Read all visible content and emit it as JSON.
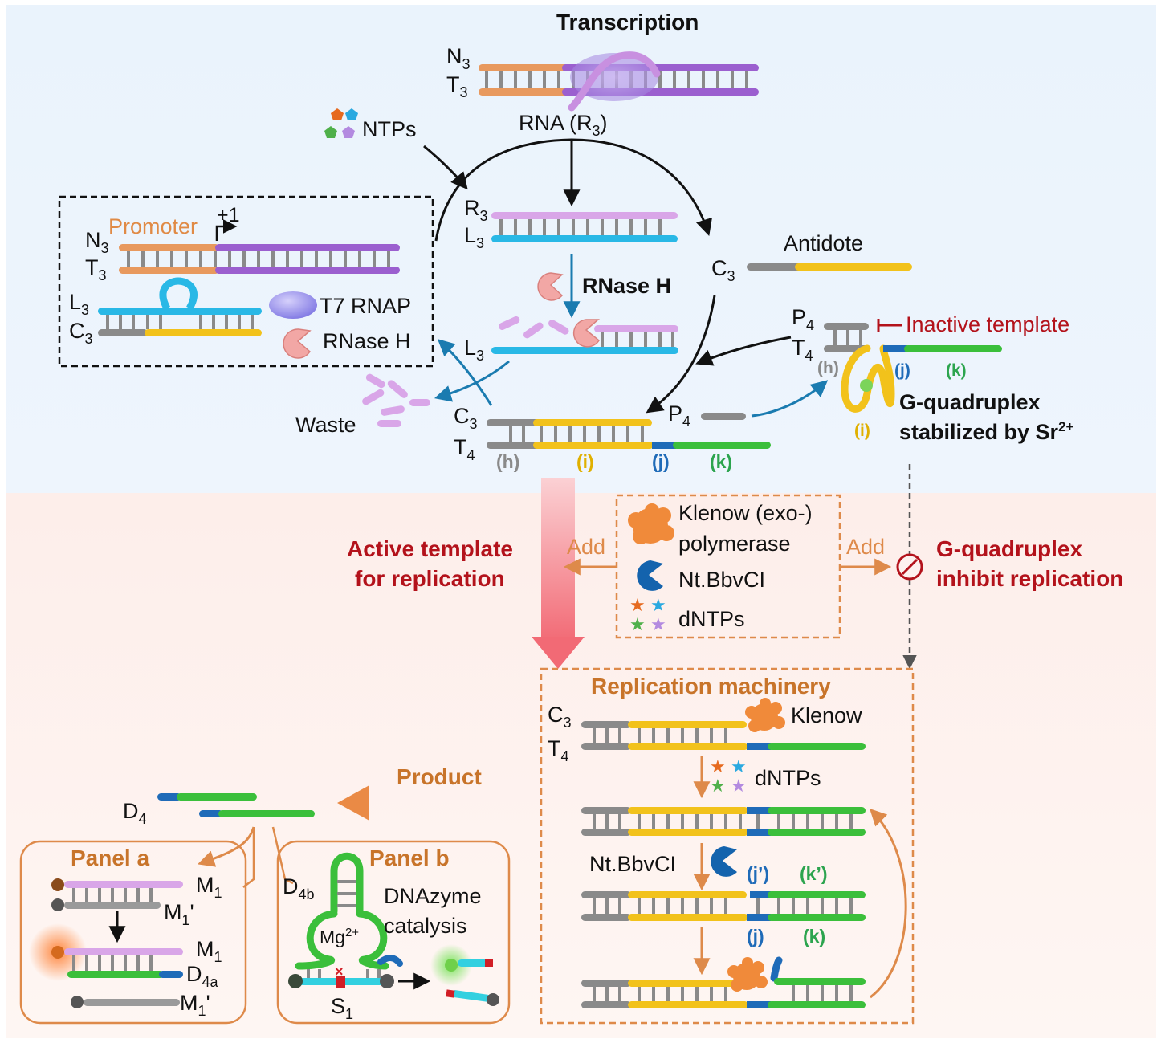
{
  "top": {
    "transcription": "Transcription",
    "n3": "N",
    "n3_sub": "3",
    "t3": "T",
    "t3_sub": "3",
    "rna_r3": "RNA (R",
    "rna_r3_sub": "3",
    "rna_r3_end": ")",
    "ntps": "NTPs",
    "r3": "R",
    "r3_sub": "3",
    "l3": "L",
    "l3_sub": "3",
    "rnase_h_center": "RNase H",
    "l3_b": "L",
    "l3_b_sub": "3",
    "c3": "C",
    "c3_sub": "3",
    "antidote": "Antidote",
    "p4": "P",
    "p4_sub": "4",
    "t4": "T",
    "t4_sub": "4",
    "inactive_template": "Inactive template",
    "h_small": "(h)",
    "j_small": "(j)",
    "k_small": "(k)",
    "i_small": "(i)",
    "gq_line1": "G-quadruplex",
    "gq_line2": "stabilized by Sr",
    "gq_sup": "2+",
    "p4_b": "P",
    "p4_b_sub": "4",
    "waste": "Waste",
    "c3_b": "C",
    "c3_b_sub": "3",
    "t4_b": "T",
    "t4_b_sub": "4",
    "h": "(h)",
    "i": "(i)",
    "j": "(j)",
    "k": "(k)"
  },
  "legend": {
    "promoter": "Promoter",
    "plus1": "+1",
    "n3": "N",
    "n3_sub": "3",
    "t3": "T",
    "t3_sub": "3",
    "l3": "L",
    "l3_sub": "3",
    "c3": "C",
    "c3_sub": "3",
    "t7_rnap": "T7 RNAP",
    "rnase_h": "RNase H"
  },
  "middle": {
    "active_line1": "Active template",
    "active_line2": "for replication",
    "add_left": "Add",
    "add_right": "Add",
    "klenow_line1": "Klenow (exo-)",
    "klenow_line2": "polymerase",
    "nt_bbvci": "Nt.BbvCI",
    "dntps": "dNTPs",
    "gq_inhibit_line1": "G-quadruplex",
    "gq_inhibit_line2": "inhibit replication"
  },
  "replication": {
    "title": "Replication machinery",
    "c3": "C",
    "c3_sub": "3",
    "t4": "T",
    "t4_sub": "4",
    "klenow": "Klenow",
    "dntps": "dNTPs",
    "nt_bbvci": "Nt.BbvCI",
    "j_prime": "(j’)",
    "k_prime": "(k’)",
    "j": "(j)",
    "k": "(k)"
  },
  "product": {
    "label": "Product",
    "d4": "D",
    "d4_sub": "4"
  },
  "panel_a": {
    "title": "Panel a",
    "m1": "M",
    "m1_sub": "1",
    "m1p": "M",
    "m1p_sub": "1",
    "m1p_prime": "'",
    "m1_b": "M",
    "m1_b_sub": "1",
    "d4a": "D",
    "d4a_sub": "4a",
    "m1p_b": "M",
    "m1p_b_sub": "1",
    "m1p_b_prime": "'"
  },
  "panel_b": {
    "title": "Panel b",
    "d4b": "D",
    "d4b_sub": "4b",
    "mg": "Mg",
    "mg_sup": "2+",
    "dnazyme_line1": "DNAzyme",
    "dnazyme_line2": "catalysis",
    "s1": "S",
    "s1_sub": "1"
  },
  "colors": {
    "orange_strand": "#e8995e",
    "purple_strand": "#9b5fcf",
    "lilac_strand": "#d9a6e8",
    "cyan_strand": "#29b8e6",
    "gray_strand": "#8a8a8a",
    "yellow_strand": "#f2c21b",
    "green_strand": "#3bbf3b",
    "blue_strand": "#1f6bb8",
    "dark_red": "#b3121b",
    "brown_label": "#c8742a",
    "top_background": "#eef5fd",
    "bottom_background": "#fdf1ee"
  }
}
